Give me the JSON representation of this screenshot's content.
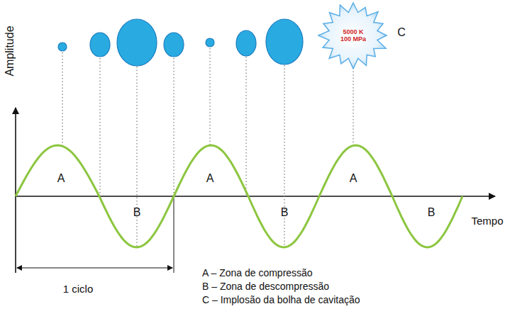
{
  "diagram": {
    "nodes": [
      {
        "text": [
          "5000 K",
          "100 MPa"
        ]
      }
    ],
    "labels": [
      "Amplitude",
      "C",
      "A",
      "A",
      "A",
      "B",
      "B",
      "B",
      "Tempo",
      "1 ciclo",
      "A – Zona de compressão",
      "B – Zona de descompressão",
      "C – Implosão da bolha de cavitação"
    ]
  }
}
